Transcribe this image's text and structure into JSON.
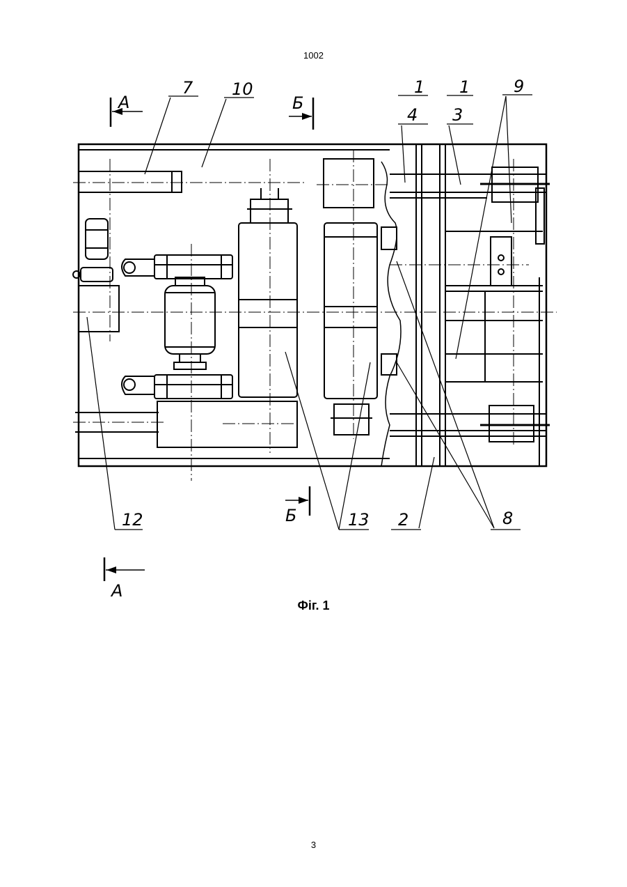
{
  "header": {
    "doc_number": "1002"
  },
  "figure": {
    "caption": "Фіг. 1",
    "section_marks": {
      "a_top": "А",
      "b_top": "Б",
      "b_bottom": "Б",
      "a_bottom": "А"
    },
    "callouts": [
      "7",
      "10",
      "1",
      "4",
      "1",
      "3",
      "9",
      "12",
      "13",
      "2",
      "8"
    ]
  },
  "footer": {
    "page_number": "3"
  }
}
